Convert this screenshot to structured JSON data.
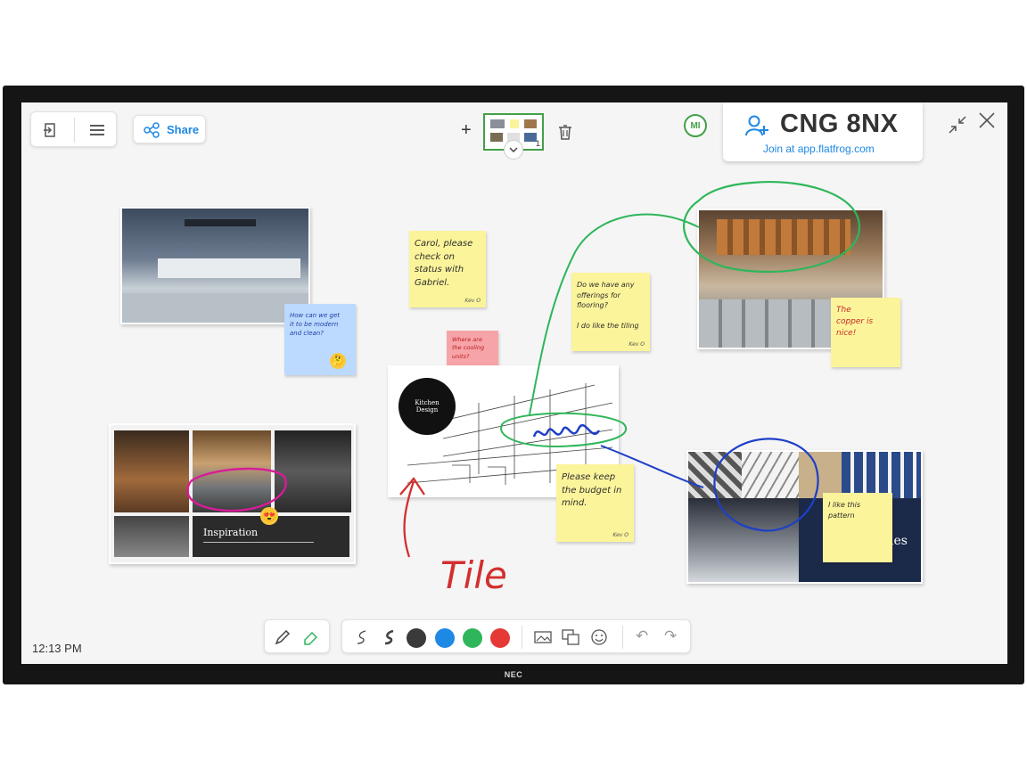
{
  "toolbar_left": {
    "exit_icon": "exit-icon",
    "menu_icon": "hamburger-menu-icon",
    "share_label": "Share"
  },
  "page_nav": {
    "add": "+",
    "page_number": "1"
  },
  "user": {
    "initials": "MI",
    "accent": "#43a047"
  },
  "session": {
    "code": "CNG 8NX",
    "join_text": "Join at app.flatfrog.com",
    "accent": "#1e88e5"
  },
  "window": {
    "minimize_icon": "collapse-icon",
    "close_icon": "close-icon"
  },
  "notes": {
    "blue_note": "How can we get\nit to be modern\nand clean?",
    "carol_note": "Carol, please\ncheck on\nstatus with\nGabriel.",
    "carol_sig": "Kev O",
    "pink_note": "Where are\nthe cooling\nunits?",
    "flooring_note": "Do we have any\nofferings for\nflooring?\n\nI do like the tiling",
    "flooring_sig": "Kev O",
    "copper_note": "The\ncopper is\nnice!",
    "budget_note": "Please keep\nthe budget in\nmind.",
    "budget_sig": "Kev O",
    "pattern_note": "I like this\npattern"
  },
  "images": {
    "kitchen_design_label": "Kitchen\nDesign",
    "inspiration_label": "Inspiration",
    "tiles_label": "les"
  },
  "handwriting": {
    "tile_text": "Tile"
  },
  "bottom_toolbar": {
    "colors": [
      "#3a3a3a",
      "#1e88e5",
      "#2fb65a",
      "#e53935"
    ],
    "undo": "↶",
    "redo": "↷"
  },
  "clock": "12:13 PM",
  "monitor_brand": "NEC"
}
